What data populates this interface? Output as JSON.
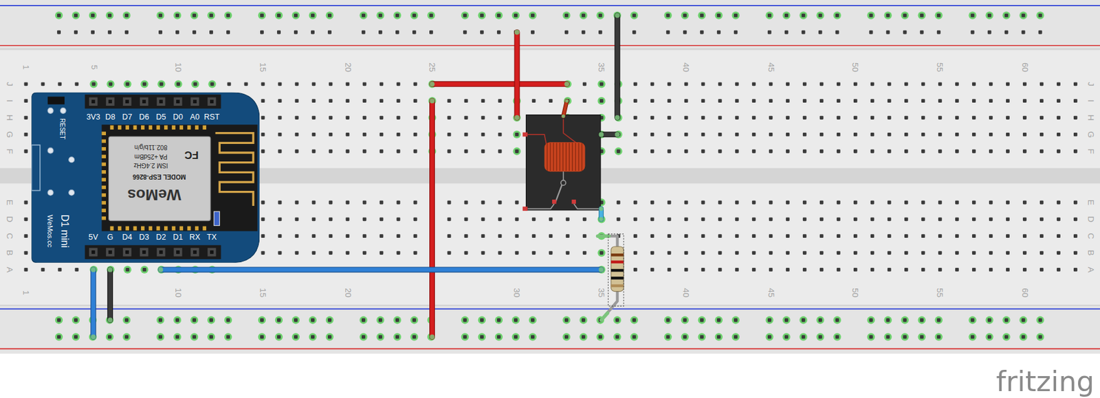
{
  "diagram": {
    "nodes": [
      {
        "text": [
          "RESET",
          "3V3",
          "D8",
          "D7",
          "D6",
          "D5",
          "D0",
          "A0",
          "RST",
          "FC",
          "802.11b/g/n",
          "PA +25dBm",
          "ISM 2.4GHz",
          "MODEL ESP-8266",
          "WeMos",
          "D1 mini",
          "WeMos.cc",
          "5V",
          "G",
          "D4",
          "D3",
          "D2",
          "D1",
          "RX",
          "TX"
        ]
      }
    ],
    "labels": [
      "1",
      "5",
      "10",
      "15",
      "20",
      "25",
      "35",
      "40",
      "45",
      "50",
      "55",
      "60",
      "J",
      "I",
      "H",
      "G",
      "F",
      "E",
      "D",
      "C",
      "B",
      "A",
      "J",
      "I",
      "H",
      "G",
      "F",
      "E",
      "D",
      "C",
      "B",
      "A",
      "1",
      "10",
      "15",
      "20",
      "30",
      "35",
      "40",
      "45",
      "50",
      "55",
      "60",
      "fritzing"
    ]
  }
}
